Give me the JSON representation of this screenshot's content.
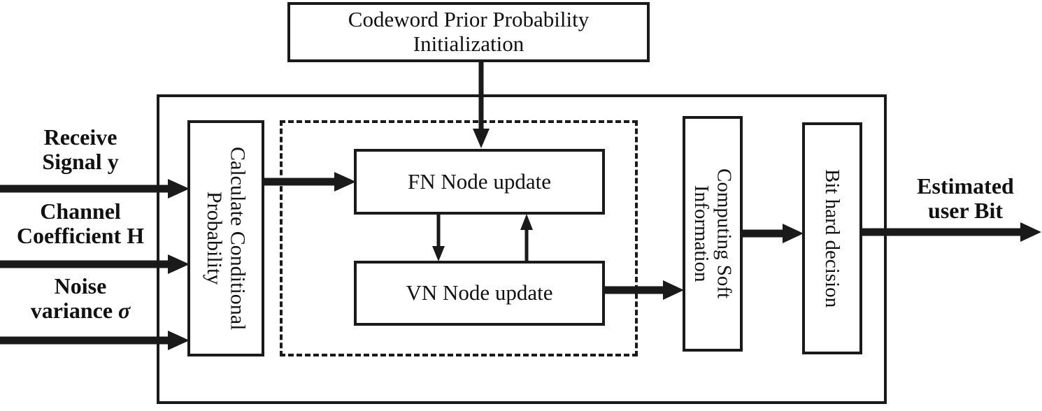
{
  "diagram": {
    "title": "LDPC-style iterative receiver block diagram",
    "stroke_color": "#1a1a1a",
    "background": "#ffffff"
  },
  "blocks": {
    "codeword_prior": {
      "label": "Codeword Prior Probability\nInitialization"
    },
    "calculate_conditional": {
      "label": "Calculate Conditional\nProbability"
    },
    "fn_node": {
      "label": "FN Node update"
    },
    "vn_node": {
      "label": "VN Node update"
    },
    "computing_soft": {
      "label": "Computing Soft\nInformation"
    },
    "bit_hard": {
      "label": "Bit hard decision"
    }
  },
  "inputs": [
    {
      "label": "Receive\nSignal y"
    },
    {
      "label": "Channel\nCoefficient H"
    },
    {
      "label_pre": "Noise\nvariance ",
      "label_sym": "σ"
    }
  ],
  "outputs": [
    {
      "label": "Estimated\nuser Bit"
    }
  ]
}
